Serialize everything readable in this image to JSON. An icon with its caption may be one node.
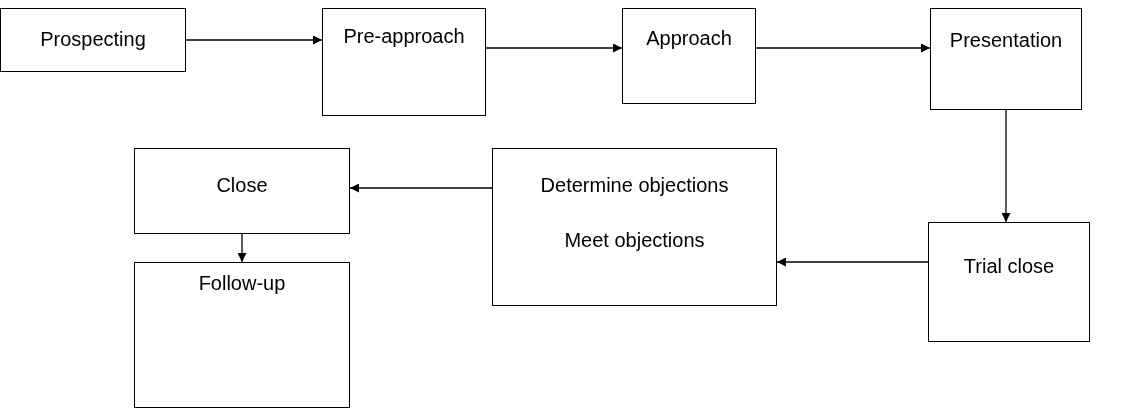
{
  "diagram": {
    "nodes": [
      {
        "text": [
          "Prospecting"
        ]
      },
      {
        "text": [
          "Pre-approach"
        ]
      },
      {
        "text": [
          "Approach"
        ]
      },
      {
        "text": [
          "Presentation"
        ]
      },
      {
        "text": [
          "Close"
        ]
      },
      {
        "text": [
          "Determine objections",
          "Meet objections"
        ]
      },
      {
        "text": [
          "Trial close"
        ]
      },
      {
        "text": [
          "Follow-up"
        ]
      }
    ],
    "edges": [
      {
        "from": 0,
        "to": 1,
        "arrow": "to"
      },
      {
        "from": 1,
        "to": 2,
        "arrow": "to"
      },
      {
        "from": 2,
        "to": 3,
        "arrow": "to"
      },
      {
        "from": 3,
        "to": 6,
        "arrow": "to"
      },
      {
        "from": 6,
        "to": 5,
        "arrow": "to"
      },
      {
        "from": 5,
        "to": 4,
        "arrow": "to"
      },
      {
        "from": 4,
        "to": 7,
        "arrow": "to"
      }
    ]
  }
}
